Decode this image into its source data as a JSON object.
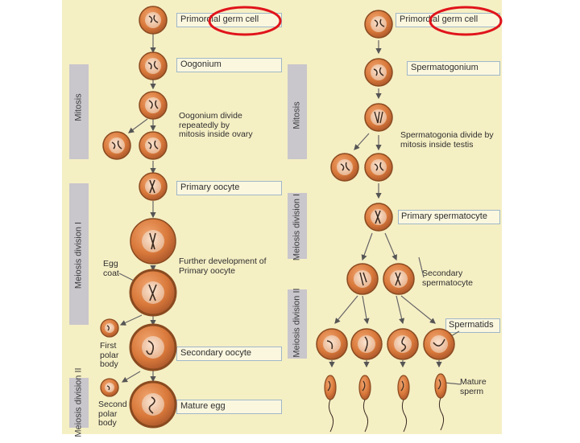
{
  "oogenesis": {
    "phases": {
      "mitosis": "Mitosis",
      "meiosis1": "Meiosis division I",
      "meiosis2": "Meiosis division II"
    },
    "stages": {
      "primordial": "Primordial germ cell",
      "oogonium": "Oogonium",
      "divide": "Oogonium divide repeatedly by mitosis inside ovary",
      "primary": "Primary oocyte",
      "further": "Further development of Primary oocyte",
      "egg_coat": "Egg coat",
      "first_polar": "First polar body",
      "secondary": "Secondary oocyte",
      "second_polar": "Second polar body",
      "mature": "Mature egg"
    }
  },
  "spermatogenesis": {
    "phases": {
      "mitosis": "Mitosis",
      "meiosis1": "Meiosis division I",
      "meiosis2": "Meiosis division II"
    },
    "stages": {
      "primordial": "Primordial germ cell",
      "spermatogonium": "Spermatogonium",
      "divide": "Spermatogonia divide by mitosis inside testis",
      "primary": "Primary spermatocyte",
      "secondary": "Secondary spermatocyte",
      "spermatids": "Spermatids",
      "mature": "Mature sperm"
    }
  },
  "colors": {
    "panel": "#f5efc4",
    "cell_fill": "#d9793b",
    "cell_edge": "#8a4a1f",
    "nucleus": "#f1c7a3",
    "phase_band": "#c9c6cc",
    "label_box": "#9fb7c8",
    "highlight_ring": "#e0141b"
  }
}
